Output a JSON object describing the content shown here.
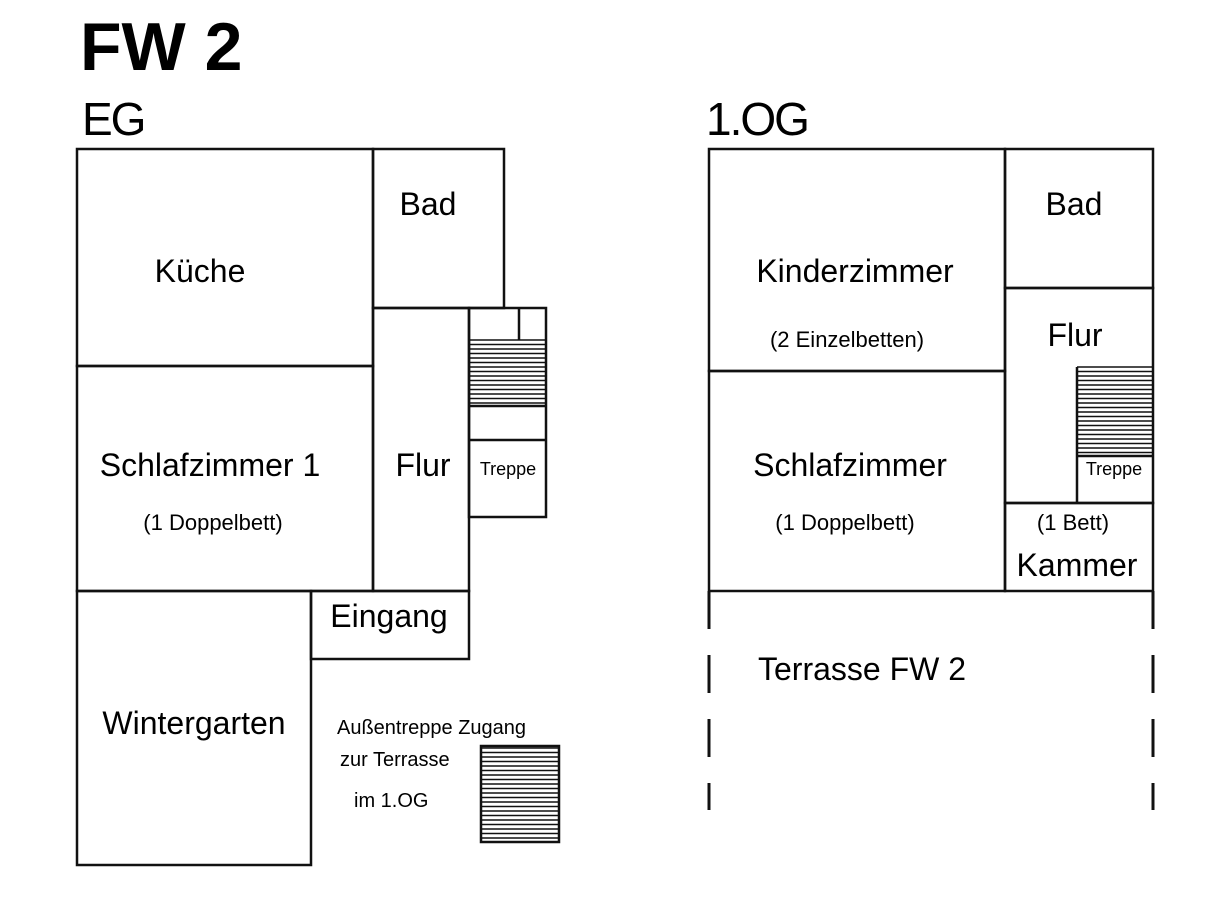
{
  "title": "FW 2",
  "eg": {
    "floor_label": "EG",
    "kueche": "Küche",
    "bad": "Bad",
    "schlafzimmer": "Schlafzimmer 1",
    "schlafzimmer_bed": "(1 Doppelbett)",
    "flur": "Flur",
    "treppe": "Treppe",
    "eingang": "Eingang",
    "wintergarten": "Wintergarten",
    "aussentreppe_line1": "Außentreppe Zugang",
    "aussentreppe_line2": "zur Terrasse",
    "aussentreppe_line3": "im 1.OG"
  },
  "og": {
    "floor_label": "1.OG",
    "kinderzimmer": "Kinderzimmer",
    "kinderzimmer_beds": "(2 Einzelbetten)",
    "bad": "Bad",
    "flur": "Flur",
    "treppe": "Treppe",
    "schlafzimmer": "Schlafzimmer",
    "schlafzimmer_bed": "(1 Doppelbett)",
    "kammer_bed": "(1 Bett)",
    "kammer": "Kammer",
    "terrasse": "Terrasse FW 2"
  }
}
